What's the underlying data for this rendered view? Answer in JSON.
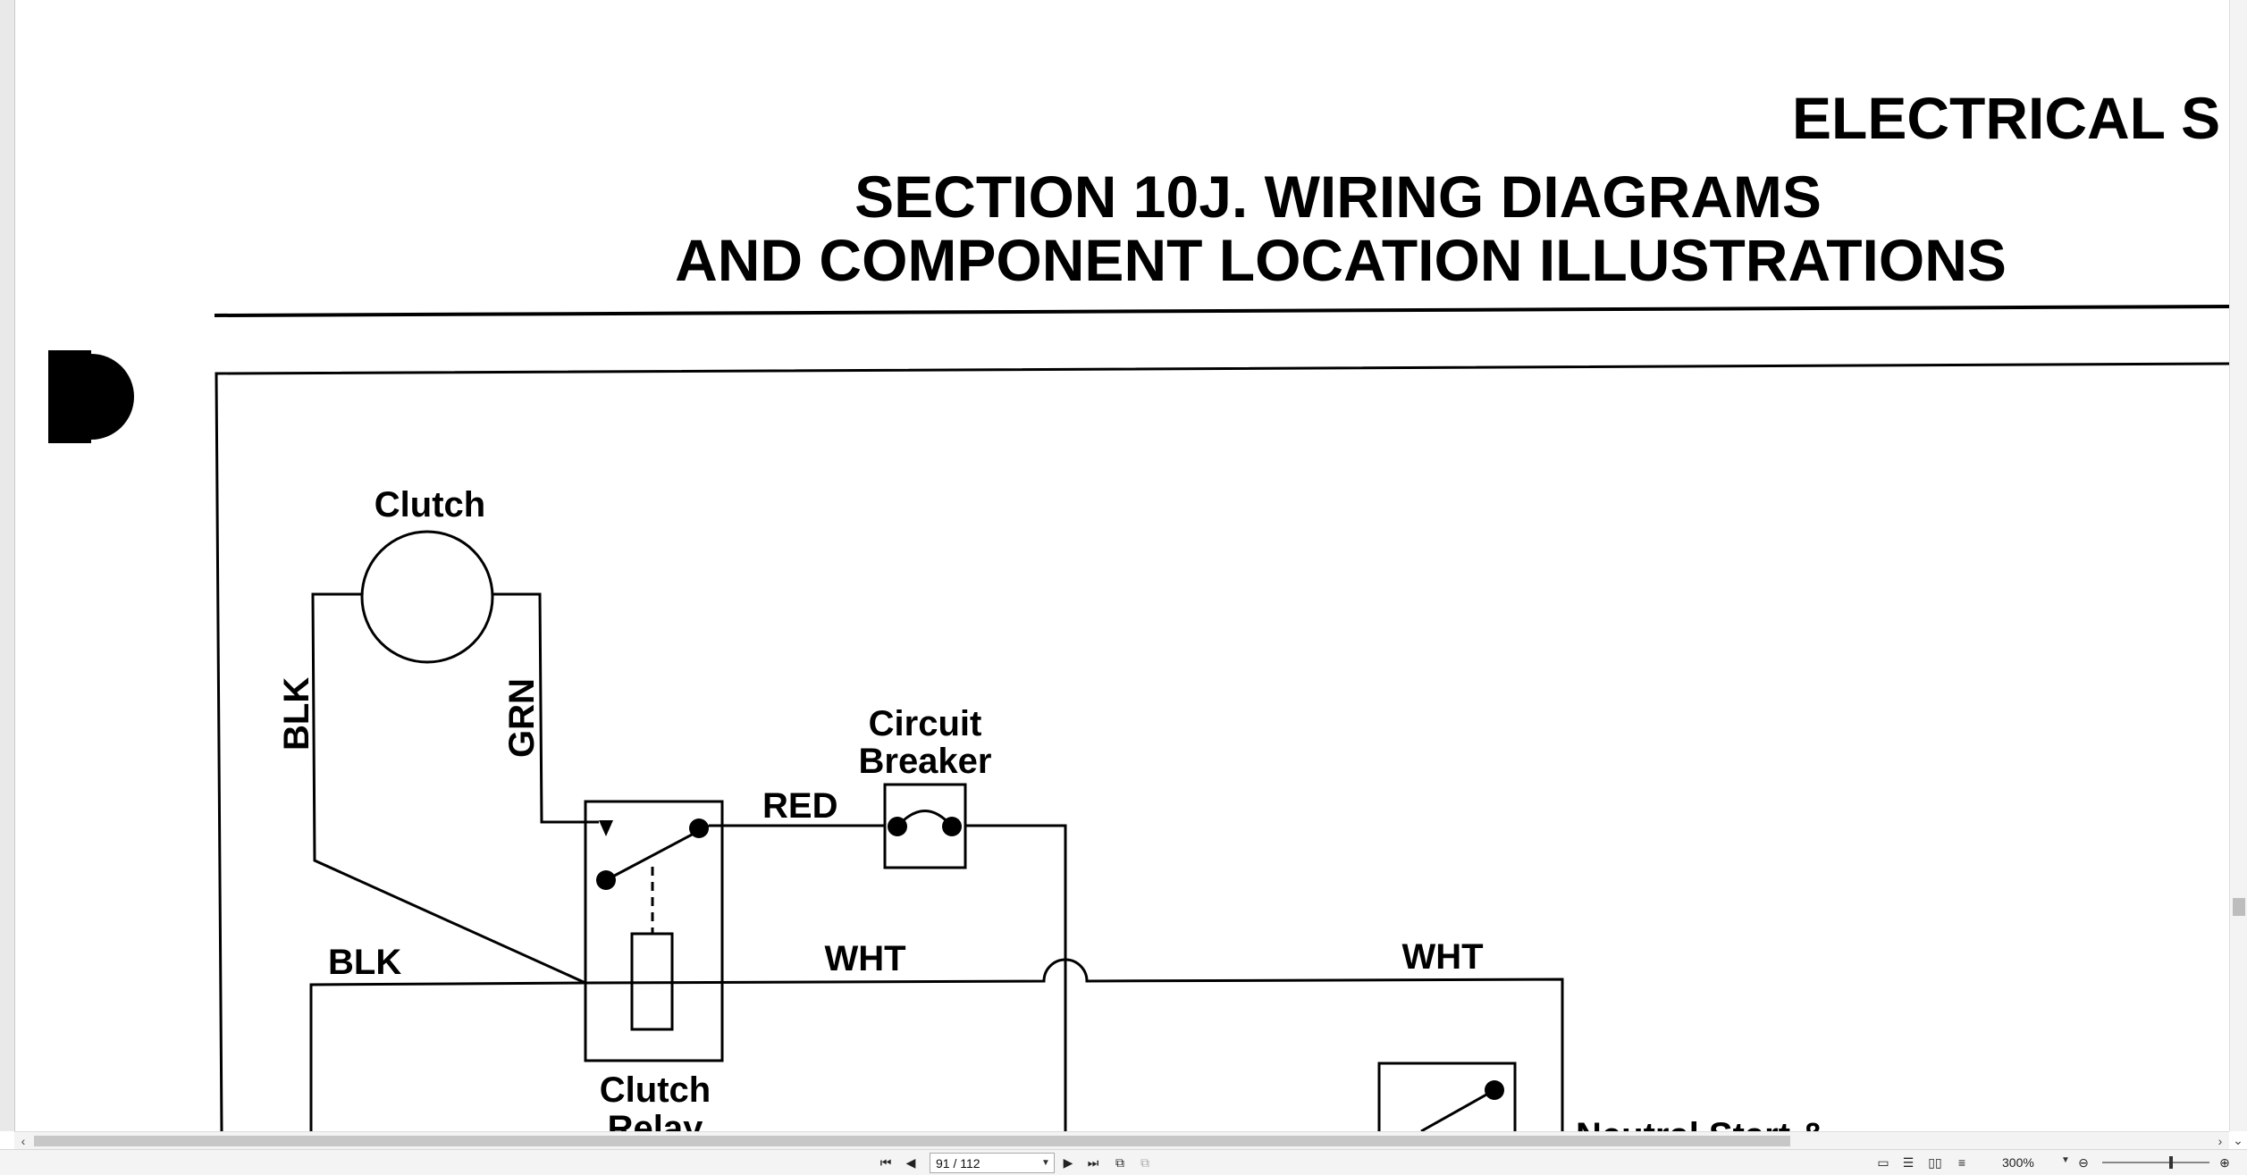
{
  "document": {
    "header_right": "ELECTRICAL S",
    "title_line1": "SECTION 10J. WIRING DIAGRAMS",
    "title_line2": "AND COMPONENT LOCATION ILLUSTRATIONS"
  },
  "diagram": {
    "labels": {
      "clutch": "Clutch",
      "blk_vertical": "BLK",
      "grn_vertical": "GRN",
      "circuit_breaker_line1": "Circuit",
      "circuit_breaker_line2": "Breaker",
      "red": "RED",
      "blk_horizontal": "BLK",
      "wht_left": "WHT",
      "wht_right": "WHT",
      "clutch_relay_line1": "Clutch",
      "clutch_relay_line2": "Relay",
      "neutral_start_partial": "Neutral Start &"
    }
  },
  "toolbar": {
    "page_indicator": "91 / 112",
    "zoom": "300%",
    "icons": {
      "first_page": "first-page-icon",
      "prev_page": "previous-page-icon",
      "next_page": "next-page-icon",
      "last_page": "last-page-icon",
      "single_page": "single-page-view-icon",
      "continuous": "continuous-view-icon",
      "facing": "facing-view-icon",
      "continuous_facing": "continuous-facing-view-icon",
      "zoom_out": "zoom-out-icon",
      "zoom_in": "zoom-in-icon"
    }
  }
}
